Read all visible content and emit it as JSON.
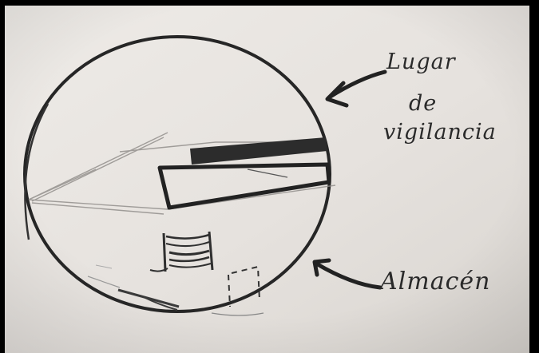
{
  "sketch": {
    "labels": {
      "surveillance_line1": "Lugar",
      "surveillance_line2": "de",
      "surveillance_line3": "vigilancia",
      "storage": "Almacén"
    }
  },
  "colors": {
    "paper": "#e6e3df",
    "ink": "#2a2a2a",
    "frame": "#000000"
  }
}
